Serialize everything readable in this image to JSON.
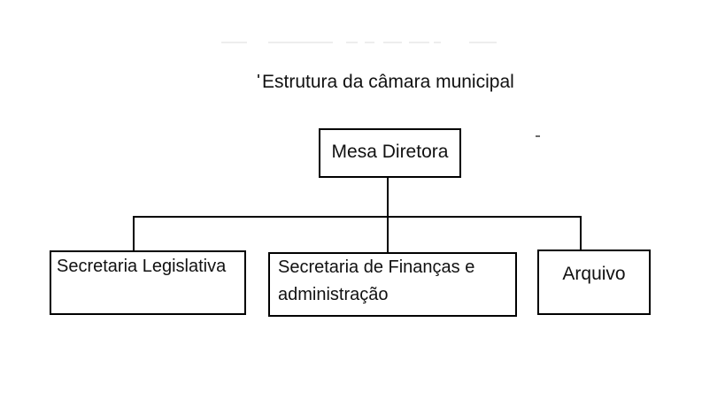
{
  "title": {
    "text": "Estrutura da câmara municipal"
  },
  "org": {
    "root": {
      "label": "Mesa Diretora"
    },
    "children": [
      {
        "label": "Secretaria Legislativa"
      },
      {
        "label": "Secretaria de Finanças e administração"
      },
      {
        "label": "Arquivo"
      }
    ]
  },
  "colors": {
    "background": "#ffffff",
    "line": "#000000",
    "text": "#111111",
    "erased_artifact": "#ededed",
    "stray_mark": "#6b6b6b"
  }
}
